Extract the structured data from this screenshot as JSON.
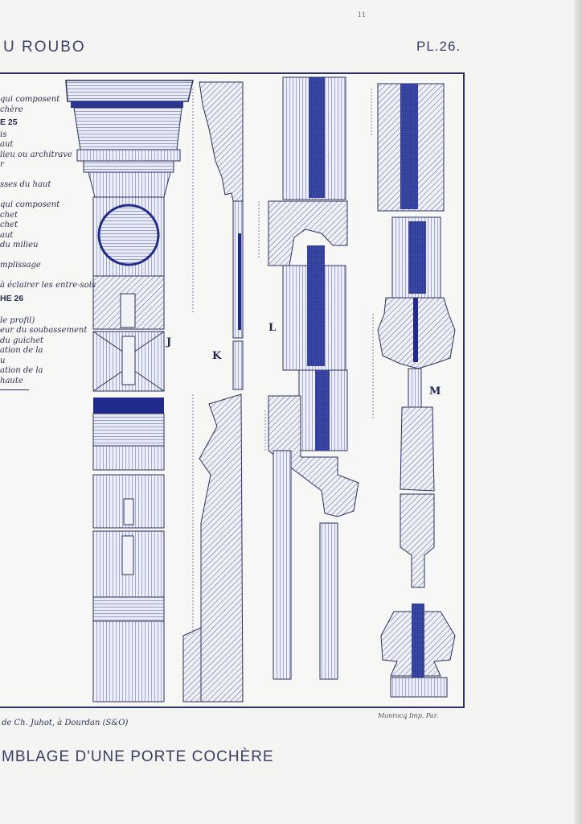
{
  "header": {
    "left": "U ROUBO",
    "right": "PL.26.",
    "mark": "11"
  },
  "legend": {
    "lines": [
      {
        "text": "qui composent",
        "bold": false
      },
      {
        "text": "chère",
        "bold": false
      },
      {
        "text": "E 25",
        "bold": true
      },
      {
        "text": "is",
        "bold": false
      },
      {
        "text": "aut",
        "bold": false
      },
      {
        "text": "lieu ou architrave",
        "bold": false
      },
      {
        "text": "r",
        "bold": false
      },
      {
        "text": "",
        "bold": false
      },
      {
        "text": "sses du haut",
        "bold": false
      },
      {
        "text": "",
        "bold": false
      },
      {
        "text": "qui composent",
        "bold": false
      },
      {
        "text": "chet",
        "bold": false
      },
      {
        "text": "chet",
        "bold": false
      },
      {
        "text": "aut",
        "bold": false
      },
      {
        "text": "du milieu",
        "bold": false
      },
      {
        "text": "",
        "bold": false
      },
      {
        "text": "mplissage",
        "bold": false
      },
      {
        "text": "",
        "bold": false
      },
      {
        "text": "à éclairer les entre-sols",
        "bold": false
      },
      {
        "text": "HE 26",
        "bold": true
      },
      {
        "text": "",
        "bold": false
      },
      {
        "text": "le profil)",
        "bold": false
      },
      {
        "text": "eur du soubassement",
        "bold": false
      },
      {
        "text": "du guichet",
        "bold": false
      },
      {
        "text": "ation de la",
        "bold": false
      },
      {
        "text": "u",
        "bold": false
      },
      {
        "text": "ation de la",
        "bold": false
      },
      {
        "text": "haute",
        "bold": false
      }
    ]
  },
  "figures": {
    "j": "J",
    "k": "K",
    "l": "L",
    "m": "M"
  },
  "credits": {
    "left": "de Ch. Juhot, à Dourdan (S&O)",
    "right": "Monrocq Imp. Par."
  },
  "title": "MBLAGE D'UNE PORTE COCHÈRE",
  "colors": {
    "ink": "#2d3160",
    "blue": "#1f2a8c",
    "paper": "#f4f4f2"
  }
}
